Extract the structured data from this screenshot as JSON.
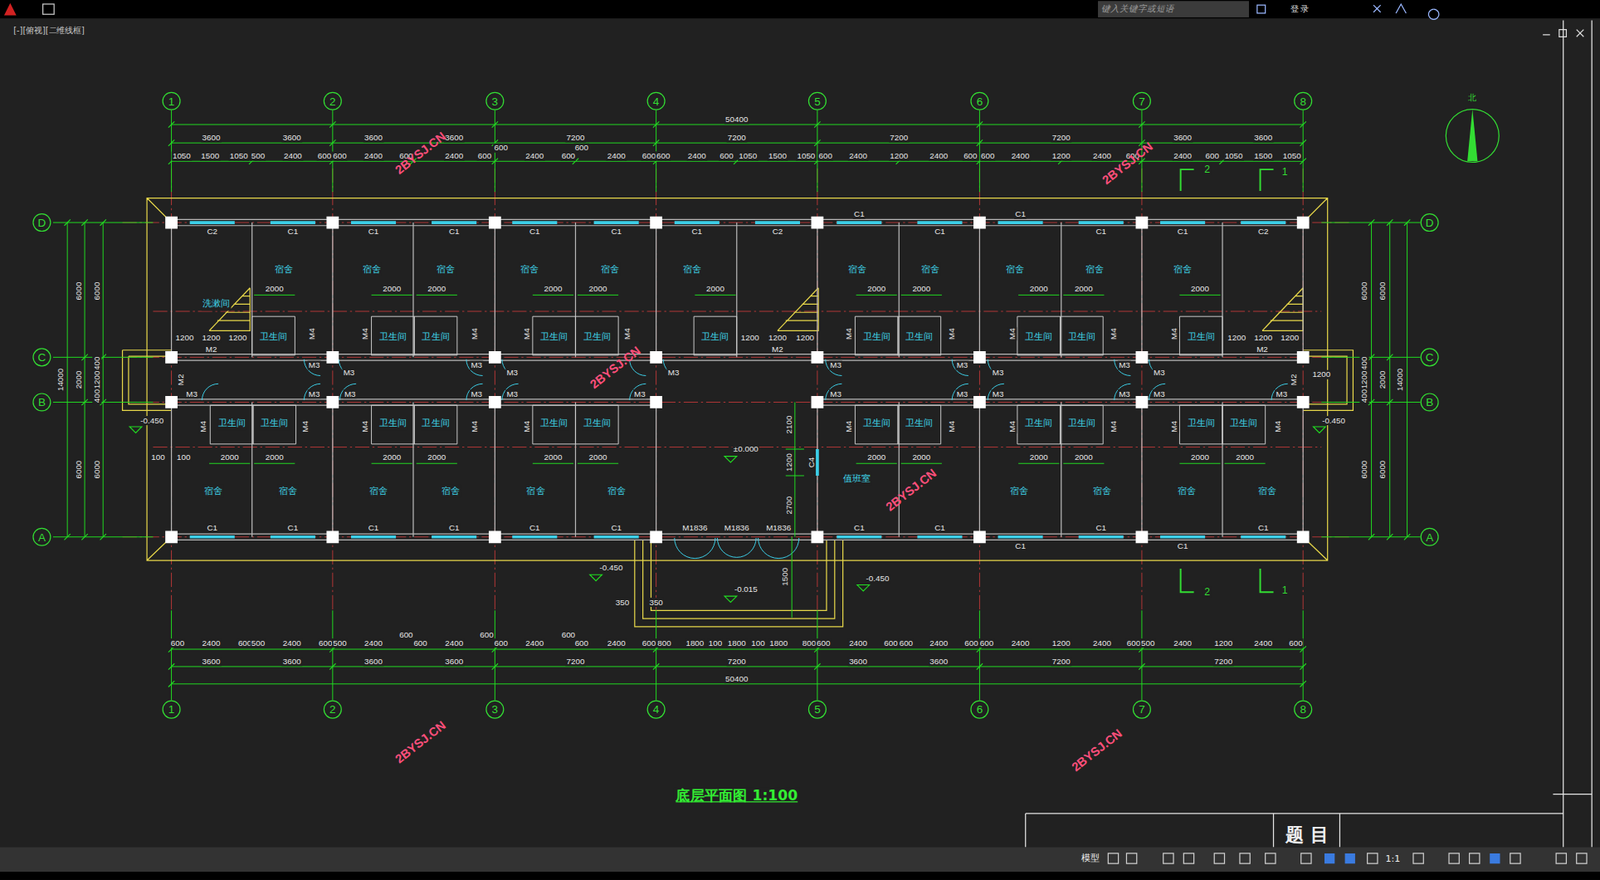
{
  "diagram": {
    "title": "底层平面图 1:100",
    "nodes": [
      {
        "text": [
          "1"
        ]
      },
      {
        "text": [
          "2"
        ]
      },
      {
        "text": [
          "3"
        ]
      },
      {
        "text": [
          "4"
        ]
      },
      {
        "text": [
          "5"
        ]
      },
      {
        "text": [
          "6"
        ]
      },
      {
        "text": [
          "7"
        ]
      },
      {
        "text": [
          "8"
        ]
      },
      {
        "text": [
          "D"
        ]
      },
      {
        "text": [
          "C"
        ]
      },
      {
        "text": [
          "B"
        ]
      },
      {
        "text": [
          "A"
        ]
      },
      {
        "text": [
          "D"
        ]
      },
      {
        "text": [
          "C"
        ]
      },
      {
        "text": [
          "B"
        ]
      },
      {
        "text": [
          "A"
        ]
      },
      {
        "text": [
          "1"
        ]
      },
      {
        "text": [
          "2"
        ]
      },
      {
        "text": [
          "3"
        ]
      },
      {
        "text": [
          "4"
        ]
      },
      {
        "text": [
          "5"
        ]
      },
      {
        "text": [
          "6"
        ]
      },
      {
        "text": [
          "7"
        ]
      },
      {
        "text": [
          "8"
        ]
      }
    ],
    "labels": [
      "50400",
      "3600",
      "3600",
      "3600",
      "3600",
      "7200",
      "7200",
      "7200",
      "7200",
      "3600",
      "3600",
      "1050",
      "1500",
      "1050",
      "500",
      "2400",
      "600",
      "600",
      "2400",
      "600",
      "2400",
      "600",
      "600",
      "2400",
      "600",
      "600",
      "2400",
      "600",
      "600",
      "2400",
      "600",
      "1050",
      "1500",
      "1050",
      "600",
      "2400",
      "1200",
      "2400",
      "600",
      "600",
      "2400",
      "1200",
      "2400",
      "600",
      "2400",
      "600",
      "1050",
      "1500",
      "1050",
      "600",
      "2400",
      "600",
      "500",
      "2400",
      "600",
      "500",
      "2400",
      "600",
      "600",
      "2400",
      "600",
      "600",
      "2400",
      "600",
      "600",
      "2400",
      "600",
      "800",
      "1800",
      "100",
      "1800",
      "100",
      "1800",
      "800",
      "600",
      "2400",
      "600",
      "600",
      "2400",
      "600",
      "600",
      "2400",
      "1200",
      "2400",
      "600",
      "500",
      "2400",
      "1200",
      "2400",
      "600",
      "3600",
      "3600",
      "3600",
      "3600",
      "7200",
      "7200",
      "3600",
      "3600",
      "7200",
      "7200",
      "50400",
      "6000",
      "6000",
      "14000",
      "2000",
      "400",
      "1200",
      "400",
      "6000",
      "6000",
      "6000",
      "6000",
      "400",
      "1200",
      "400",
      "2000",
      "14000",
      "6000",
      "6000",
      "2100",
      "1200",
      "2700",
      "1500",
      "宿舍",
      "宿舍",
      "宿舍",
      "宿舍",
      "宿舍",
      "宿舍",
      "宿舍",
      "宿舍",
      "宿舍",
      "宿舍",
      "宿舍",
      "洗漱间",
      "宿舍",
      "宿舍",
      "宿舍",
      "宿舍",
      "宿舍",
      "宿舍",
      "宿舍",
      "宿舍",
      "宿舍",
      "宿舍",
      "值班室",
      "卫生间",
      "卫生间",
      "卫生间",
      "卫生间",
      "卫生间",
      "卫生间",
      "卫生间",
      "卫生间",
      "卫生间",
      "卫生间",
      "卫生间",
      "卫生间",
      "卫生间",
      "卫生间",
      "卫生间",
      "卫生间",
      "卫生间",
      "卫生间",
      "卫生间",
      "卫生间",
      "卫生间",
      "卫生间",
      "卫生间",
      "2000",
      "2000",
      "2000",
      "2000",
      "2000",
      "2000",
      "2000",
      "2000",
      "2000",
      "2000",
      "2000",
      "2000",
      "2000",
      "2000",
      "2000",
      "2000",
      "2000",
      "2000",
      "2000",
      "2000",
      "2000",
      "2000",
      "2000",
      "C2",
      "C1",
      "C1",
      "C1",
      "C1",
      "C1",
      "C1",
      "C2",
      "C1",
      "C1",
      "C1",
      "C2",
      "C1",
      "C1",
      "C1",
      "C1",
      "C1",
      "C1",
      "C1",
      "C1",
      "M1836",
      "M1836",
      "M1836",
      "C1",
      "C1",
      "C1",
      "C1",
      "C1",
      "C1",
      "M3",
      "M3",
      "M3",
      "M3",
      "M3",
      "M3",
      "M3",
      "M3",
      "M3",
      "M3",
      "M3",
      "M3",
      "M3",
      "M3",
      "M3",
      "M3",
      "M3",
      "M3",
      "M3",
      "M3",
      "M3",
      "M3",
      "M2",
      "M2",
      "M2",
      "M4",
      "M4",
      "M4",
      "M4",
      "M4",
      "M4",
      "M4",
      "M4",
      "M4",
      "M4",
      "M4",
      "M4",
      "M4",
      "M4",
      "M4",
      "M4",
      "M4",
      "M4",
      "M4",
      "M4",
      "M4",
      "M2",
      "M2",
      "C4",
      "1200",
      "1200",
      "1200",
      "1200",
      "1200",
      "1200",
      "1200",
      "1200",
      "1200",
      "1200",
      "100",
      "100",
      "350",
      "350",
      "-0.450",
      "-0.450",
      "-0.450",
      "-0.450",
      "±0.000",
      "-0.015",
      "2",
      "1",
      "2",
      "1",
      "2BYSJ.CN",
      "2BYSJ.CN",
      "2BYSJ.CN",
      "2BYSJ.CN",
      "2BYSJ.CN",
      "2BYSJ.CN",
      "[-][俯视][二维线框]",
      "键入关键字或短语",
      "登录",
      "北",
      "题 目",
      "模型",
      "1:1"
    ]
  }
}
